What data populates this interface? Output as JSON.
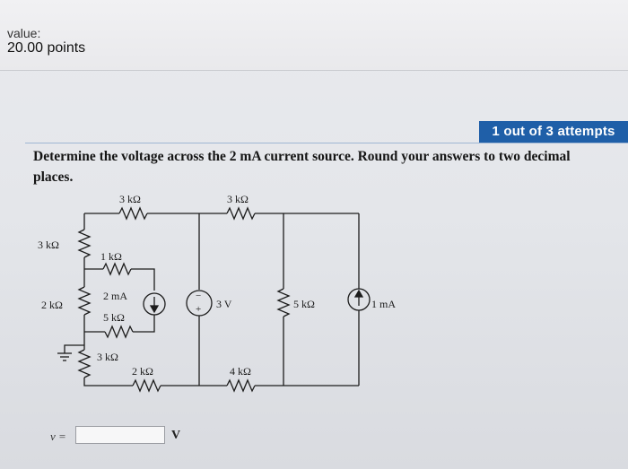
{
  "header": {
    "value_label": "value:",
    "points": "20.00 points"
  },
  "attempts": {
    "label": "1 out of 3 attempts",
    "color": "#1f5fa8"
  },
  "question": {
    "text": "Determine the voltage across the 2 mA current source. Round your answers to two decimal places."
  },
  "circuit": {
    "labels": {
      "r_top_left": "3 kΩ",
      "r_top_right": "3 kΩ",
      "r_left_upper": "3 kΩ",
      "r_inner_1k": "1 kΩ",
      "src_2mA": "2 mA",
      "r_inner_5k": "5 kΩ",
      "r_left_lower": "2 kΩ",
      "src_3V": "3 V",
      "r_right_5k": "5 kΩ",
      "src_1mA": "1 mA",
      "r_left_bottom": "3 kΩ",
      "r_bottom_2k": "2 kΩ",
      "r_bottom_4k": "4 kΩ"
    }
  },
  "answer": {
    "prefix": "v =",
    "value": "",
    "unit": "V"
  }
}
